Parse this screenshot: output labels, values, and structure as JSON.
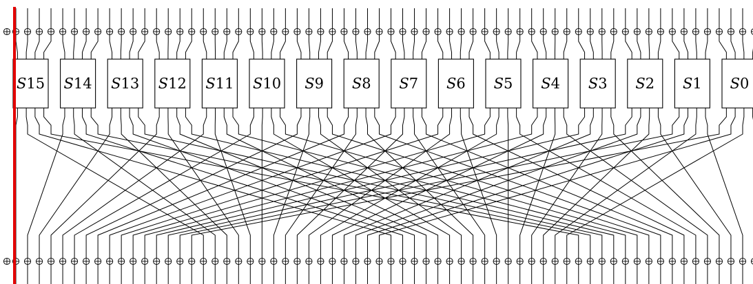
{
  "diagram": {
    "sboxes": [
      {
        "label_letter": "S",
        "label_index": "15"
      },
      {
        "label_letter": "S",
        "label_index": "14"
      },
      {
        "label_letter": "S",
        "label_index": "13"
      },
      {
        "label_letter": "S",
        "label_index": "12"
      },
      {
        "label_letter": "S",
        "label_index": "11"
      },
      {
        "label_letter": "S",
        "label_index": "10"
      },
      {
        "label_letter": "S",
        "label_index": "9"
      },
      {
        "label_letter": "S",
        "label_index": "8"
      },
      {
        "label_letter": "S",
        "label_index": "7"
      },
      {
        "label_letter": "S",
        "label_index": "6"
      },
      {
        "label_letter": "S",
        "label_index": "5"
      },
      {
        "label_letter": "S",
        "label_index": "4"
      },
      {
        "label_letter": "S",
        "label_index": "3"
      },
      {
        "label_letter": "S",
        "label_index": "2"
      },
      {
        "label_letter": "S",
        "label_index": "1"
      },
      {
        "label_letter": "S",
        "label_index": "0"
      }
    ],
    "bits_per_sbox": 4,
    "xor_symbol": "⊕",
    "highlight_color": "#e30000",
    "line_color": "#000000"
  }
}
